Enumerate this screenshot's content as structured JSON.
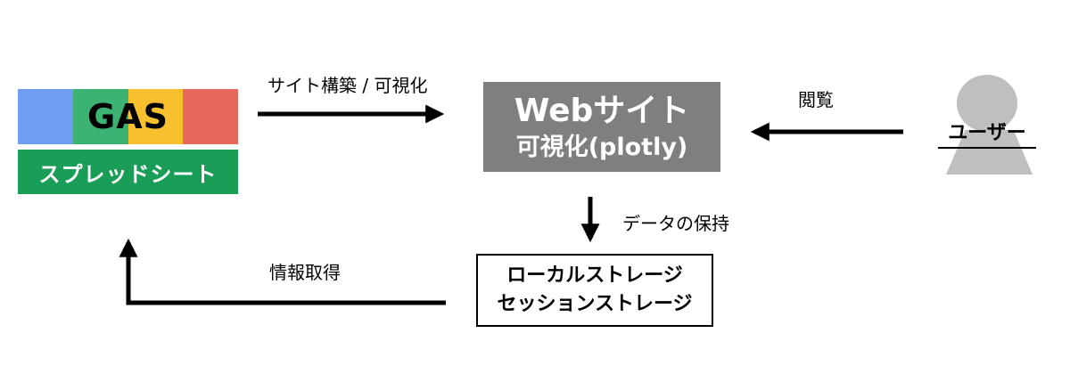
{
  "gas": {
    "title": "GAS",
    "subtitle": "スプレッドシート",
    "stripe_colors": [
      "#6f9ef0",
      "#3cb373",
      "#f8c02f",
      "#e8695c"
    ],
    "sheet_color": "#1a9e57"
  },
  "website": {
    "title": "Webサイト",
    "subtitle": "可視化(plotly)",
    "box_color": "#7f7f7f"
  },
  "storage": {
    "line1": "ローカルストレージ",
    "line2": "セッションストレージ"
  },
  "user": {
    "label": "ユーザー",
    "figure_color": "#bfbfbf"
  },
  "edges": {
    "build_label": "サイト構築 / 可視化",
    "view_label": "閲覧",
    "store_label": "データの保持",
    "fetch_label": "情報取得"
  }
}
